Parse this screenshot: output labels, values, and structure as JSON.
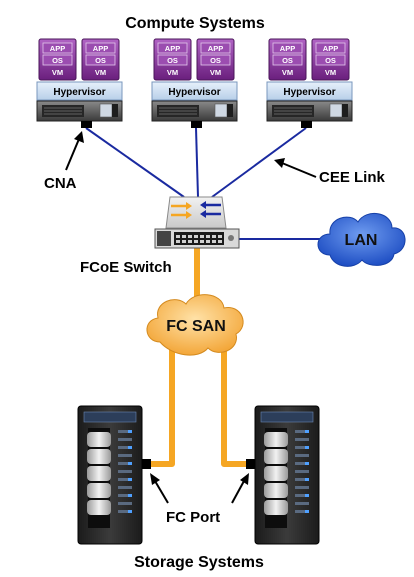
{
  "title": "Compute Systems",
  "footer": "Storage Systems",
  "hosts": [
    {
      "vms": [
        {
          "app": "APP",
          "os": "OS",
          "vm": "VM"
        },
        {
          "app": "APP",
          "os": "OS",
          "vm": "VM"
        }
      ],
      "hypervisor": "Hypervisor"
    },
    {
      "vms": [
        {
          "app": "APP",
          "os": "OS",
          "vm": "VM"
        },
        {
          "app": "APP",
          "os": "OS",
          "vm": "VM"
        }
      ],
      "hypervisor": "Hypervisor"
    },
    {
      "vms": [
        {
          "app": "APP",
          "os": "OS",
          "vm": "VM"
        },
        {
          "app": "APP",
          "os": "OS",
          "vm": "VM"
        }
      ],
      "hypervisor": "Hypervisor"
    }
  ],
  "labels": {
    "cna": "CNA",
    "cee_link": "CEE Link",
    "fcoe_switch": "FCoE Switch",
    "lan": "LAN",
    "fc_san": "FC SAN",
    "fc_port": "FC Port"
  },
  "colors": {
    "ethernet_link": "#1a2aa0",
    "fc_link": "#f5a623",
    "lan_cloud": "#2c5fd6",
    "san_cloud": "#f7b84b",
    "vm_purple": "#7b2d8e",
    "hypervisor_bg": "#cfe0f5"
  }
}
